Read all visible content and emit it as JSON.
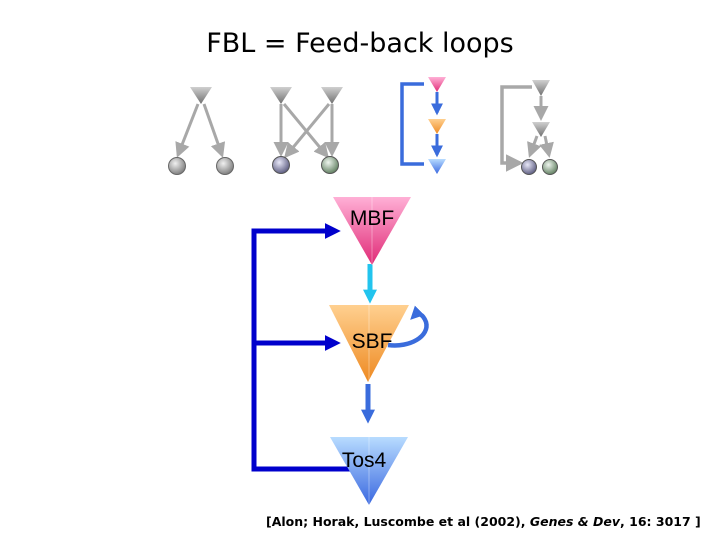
{
  "title": "FBL = Feed-back loops",
  "nodes": {
    "mbf": "MBF",
    "sbf": "SBF",
    "tos4": "Tos4"
  },
  "citation": {
    "prefix": "[Alon; Horak, Luscombe et al (2002), ",
    "journal": "Genes & Dev",
    "suffix": ", 16: 3017 ]"
  },
  "colors": {
    "mbf": "#f0609a",
    "sbf": "#f7a040",
    "tos4": "#6fa8f0",
    "loop_blue": "#0000cc",
    "arrow_cyan": "#22c4ee",
    "arrow_blue": "#3a6cdc",
    "motif_gray": "#a8a8a8"
  }
}
